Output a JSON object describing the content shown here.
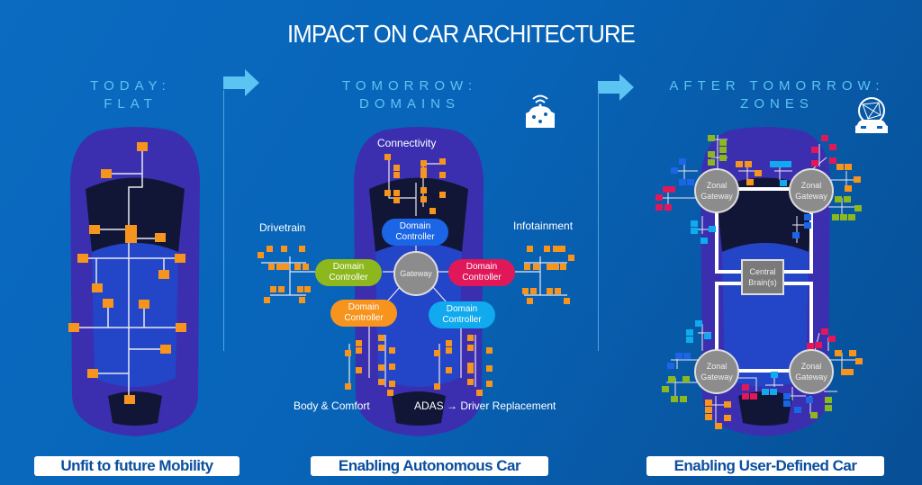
{
  "title": "IMPACT ON CAR ARCHITECTURE",
  "stages": [
    {
      "line1": "TODAY:",
      "line2": "FLAT",
      "tagline": "Unfit to future Mobility"
    },
    {
      "line1": "TOMORROW:",
      "line2": "DOMAINS",
      "tagline": "Enabling Autonomous Car"
    },
    {
      "line1": "AFTER TOMORROW:",
      "line2": "ZONES",
      "tagline": "Enabling User-Defined Car"
    }
  ],
  "domains": {
    "gateway": "Gateway",
    "controller_line1": "Domain",
    "controller_line2": "Controller",
    "labels": {
      "connectivity": "Connectivity",
      "drivetrain": "Drivetrain",
      "infotainment": "Infotainment",
      "body_comfort": "Body & Comfort",
      "adas": "ADAS → Driver Replacement"
    }
  },
  "zones": {
    "zonal_line1": "Zonal",
    "zonal_line2": "Gateway",
    "central_line1": "Central",
    "central_line2": "Brain(s)"
  },
  "icons": {
    "stage_arrow": "right-arrow-icon",
    "domains_icon": "connected-car-icon",
    "zones_icon": "car-network-globe-icon"
  },
  "colors": {
    "ecu_orange": "#f7941d",
    "dc_blue": "#1a66e6",
    "dc_green": "#8cb81e",
    "dc_red": "#e0185a",
    "dc_orange": "#f7941d",
    "dc_cyan": "#12aaee",
    "stage_text": "#5cc4f2",
    "car_body": "#3b2fb0"
  }
}
